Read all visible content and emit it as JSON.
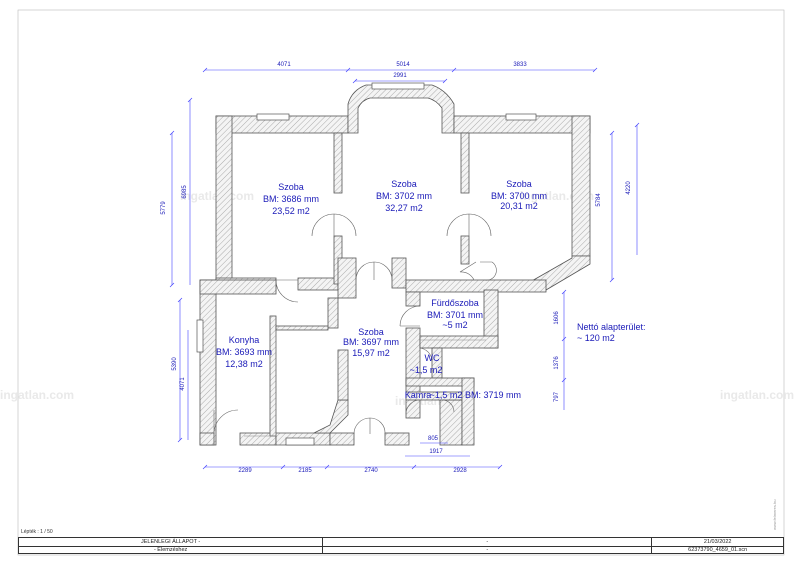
{
  "rooms": [
    {
      "name": "Szoba",
      "height": "BM: 3686 mm",
      "area": "23,52 m2"
    },
    {
      "name": "Szoba",
      "height": "BM: 3702 mm",
      "area": "32,27 m2"
    },
    {
      "name": "Szoba",
      "height": "BM: 3700 mm",
      "area": "20,31 m2"
    },
    {
      "name": "Fürdőszoba",
      "height": "BM: 3701 mm",
      "area": "~5 m2"
    },
    {
      "name": "Konyha",
      "height": "BM: 3693 mm",
      "area": "12,38 m2"
    },
    {
      "name": "Szoba",
      "height": "BM: 3697 mm",
      "area": "15,97 m2"
    },
    {
      "name": "WC",
      "area": "~1,5 m2"
    },
    {
      "name": "Kamra",
      "area": "~1,5 m2",
      "height": "BM: 3719 mm"
    }
  ],
  "net_area": {
    "label": "Nettó alapterület:",
    "value": "~ 120 m2"
  },
  "dimensions": {
    "top": [
      "4071",
      "5014",
      "3833"
    ],
    "bay": "2991",
    "bottom": [
      "2289",
      "2185",
      "2740",
      "2928"
    ],
    "bottom_small": [
      "805",
      "1917"
    ],
    "left": [
      "5779",
      "6985",
      "5390",
      "4071"
    ],
    "right": [
      "5784",
      "4220",
      "1606",
      "1376",
      "797"
    ]
  },
  "watermark": "ingatlan.com",
  "page_label": "Lépték : 1 / 50",
  "title_block": {
    "row1": [
      "JELENLEGI ÁLLAPOT  -",
      "-",
      "21/03/2022"
    ],
    "row2": [
      "-   Elemzéshez",
      "-",
      "62373790_4659_01.scn"
    ]
  },
  "side_mark": "www.felmeres.hu"
}
